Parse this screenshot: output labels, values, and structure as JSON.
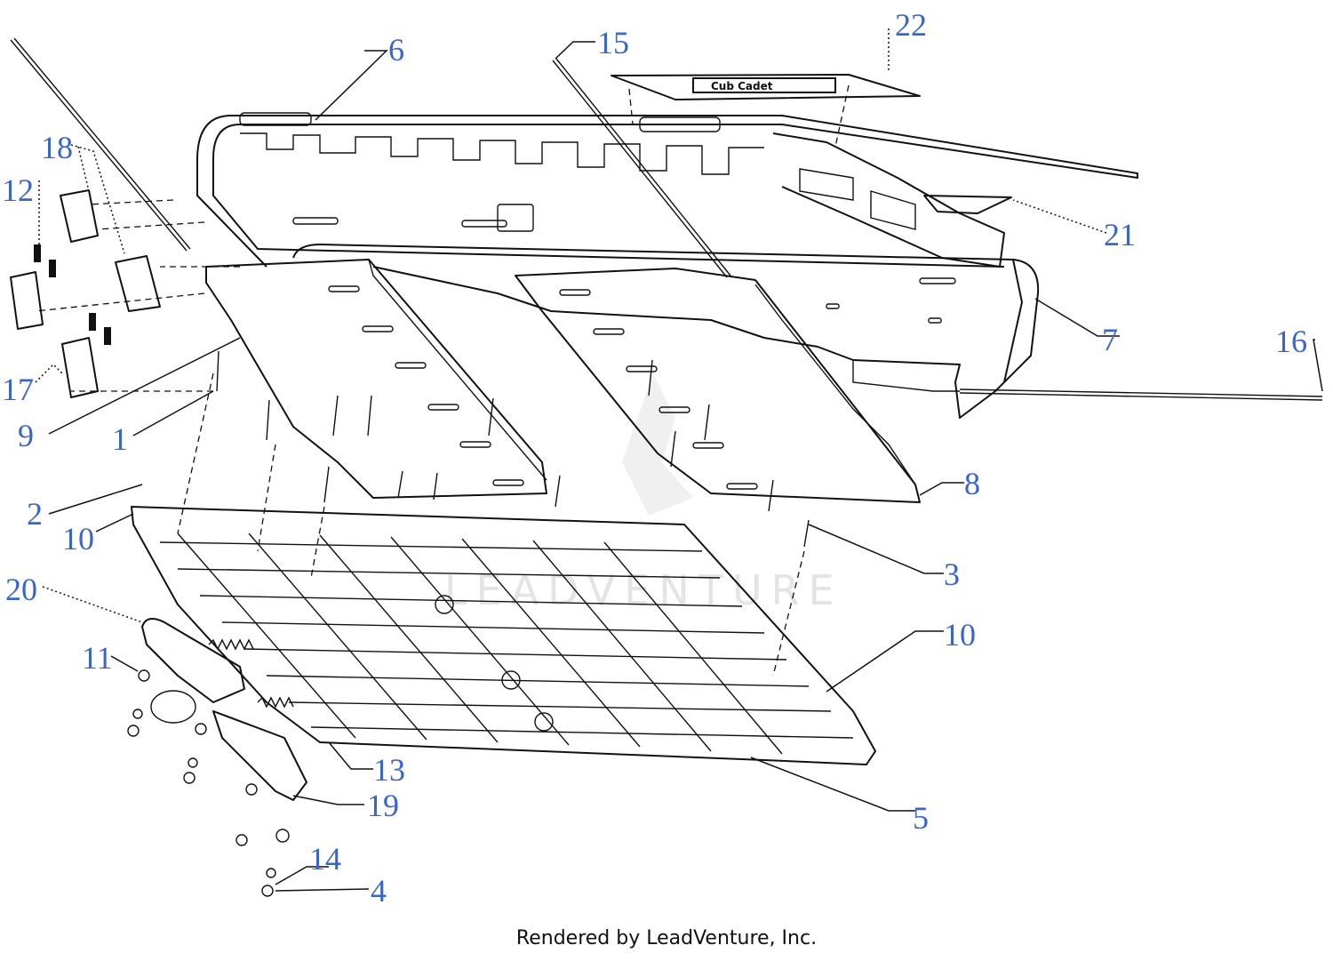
{
  "diagram": {
    "footer": "Rendered by LeadVenture, Inc.",
    "watermark": "LEADVENTURE",
    "decal_text": "Cub Cadet",
    "line_color": "#111111",
    "callout_color": "#3a66c9",
    "callouts": {
      "c1": "1",
      "c2": "2",
      "c3": "3",
      "c4": "4",
      "c5": "5",
      "c6": "6",
      "c7": "7",
      "c8": "8",
      "c9": "9",
      "c10a": "10",
      "c10b": "10",
      "c11": "11",
      "c12": "12",
      "c13": "13",
      "c14": "14",
      "c15": "15",
      "c16": "16",
      "c17": "17",
      "c18": "18",
      "c19": "19",
      "c20": "20",
      "c21": "21",
      "c22": "22"
    }
  }
}
